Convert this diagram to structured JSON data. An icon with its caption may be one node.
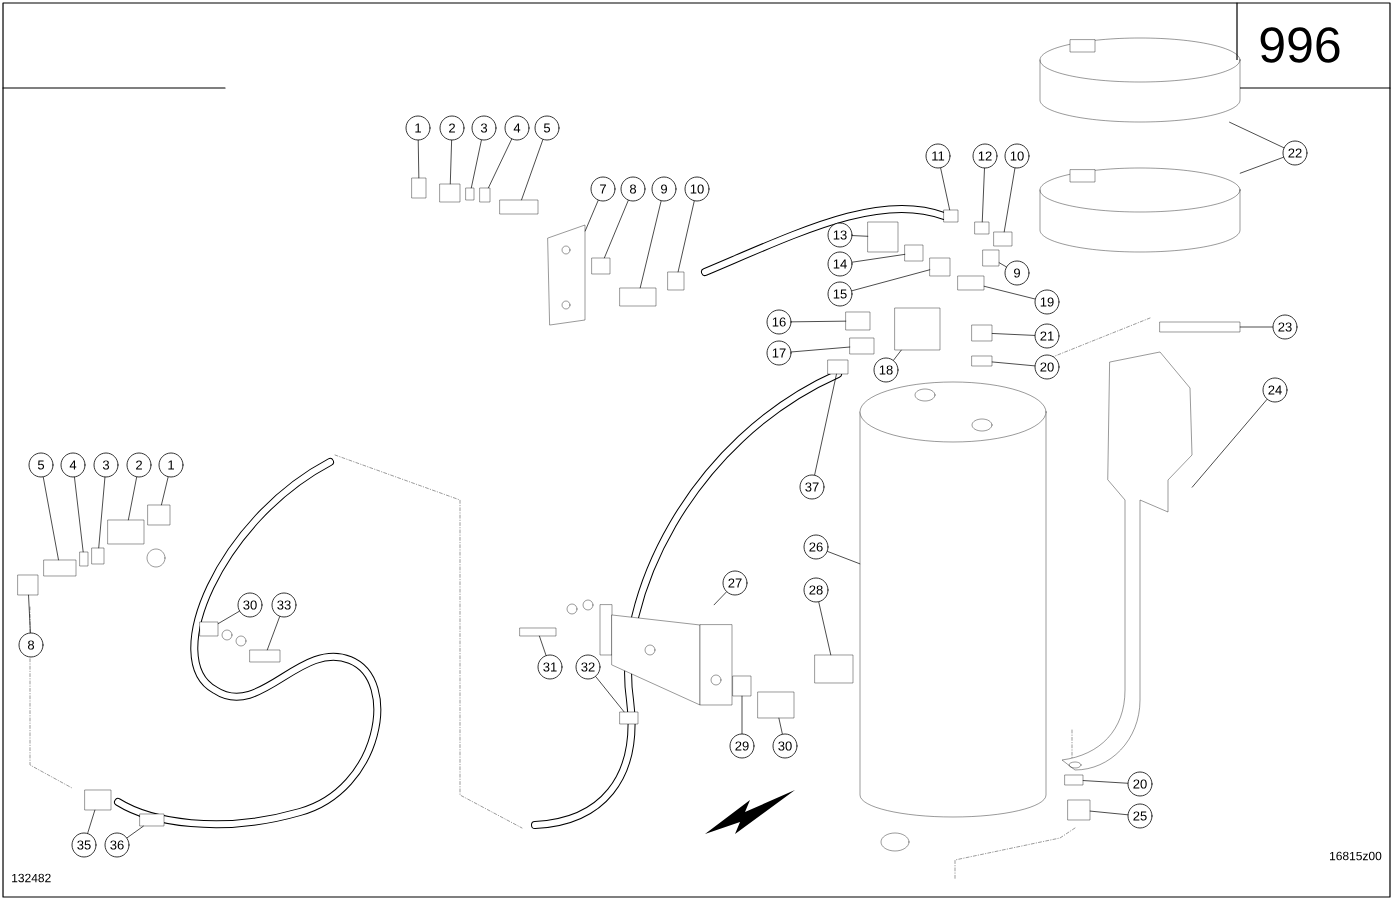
{
  "diagram": {
    "nodes": [
      {
        "text": [
          "1"
        ]
      },
      {
        "text": [
          "2"
        ]
      },
      {
        "text": [
          "3"
        ]
      },
      {
        "text": [
          "4"
        ]
      },
      {
        "text": [
          "5"
        ]
      },
      {
        "text": [
          "7"
        ]
      },
      {
        "text": [
          "8"
        ]
      },
      {
        "text": [
          "9"
        ]
      },
      {
        "text": [
          "10"
        ]
      },
      {
        "text": [
          "11"
        ]
      },
      {
        "text": [
          "12"
        ]
      },
      {
        "text": [
          "10"
        ]
      },
      {
        "text": [
          "22"
        ]
      },
      {
        "text": [
          "13"
        ]
      },
      {
        "text": [
          "14"
        ]
      },
      {
        "text": [
          "15"
        ]
      },
      {
        "text": [
          "9"
        ]
      },
      {
        "text": [
          "19"
        ]
      },
      {
        "text": [
          "16"
        ]
      },
      {
        "text": [
          "17"
        ]
      },
      {
        "text": [
          "18"
        ]
      },
      {
        "text": [
          "21"
        ]
      },
      {
        "text": [
          "20"
        ]
      },
      {
        "text": [
          "23"
        ]
      },
      {
        "text": [
          "24"
        ]
      },
      {
        "text": [
          "37"
        ]
      },
      {
        "text": [
          "26"
        ]
      },
      {
        "text": [
          "27"
        ]
      },
      {
        "text": [
          "28"
        ]
      },
      {
        "text": [
          "31"
        ]
      },
      {
        "text": [
          "32"
        ]
      },
      {
        "text": [
          "29"
        ]
      },
      {
        "text": [
          "30"
        ]
      },
      {
        "text": [
          "20"
        ]
      },
      {
        "text": [
          "25"
        ]
      },
      {
        "text": [
          "5"
        ]
      },
      {
        "text": [
          "4"
        ]
      },
      {
        "text": [
          "3"
        ]
      },
      {
        "text": [
          "2"
        ]
      },
      {
        "text": [
          "1"
        ]
      },
      {
        "text": [
          "8"
        ]
      },
      {
        "text": [
          "30"
        ]
      },
      {
        "text": [
          "33"
        ]
      },
      {
        "text": [
          "35"
        ]
      },
      {
        "text": [
          "36"
        ]
      },
      {
        "text": [],
        "shape": "box"
      },
      {
        "text": [],
        "shape": "box"
      },
      {
        "text": [],
        "shape": "box"
      },
      {
        "text": [],
        "shape": "box"
      },
      {
        "text": [],
        "shape": "box"
      },
      {
        "text": [],
        "shape": "picture"
      },
      {
        "text": [],
        "shape": "box"
      },
      {
        "text": [],
        "shape": "box"
      },
      {
        "text": [],
        "shape": "box"
      },
      {
        "text": [],
        "shape": "box"
      },
      {
        "text": [],
        "shape": "box"
      },
      {
        "text": [],
        "shape": "box"
      },
      {
        "text": [],
        "shape": "cylinder"
      },
      {
        "text": [],
        "shape": "cylinder"
      },
      {
        "text": [],
        "shape": "box"
      },
      {
        "text": [],
        "shape": "box"
      },
      {
        "text": [],
        "shape": "box"
      },
      {
        "text": [],
        "shape": "box"
      },
      {
        "text": [],
        "shape": "box"
      },
      {
        "text": [],
        "shape": "box"
      },
      {
        "text": [],
        "shape": "box"
      },
      {
        "text": [],
        "shape": "box"
      },
      {
        "text": [],
        "shape": "box"
      },
      {
        "text": [],
        "shape": "box"
      },
      {
        "text": [],
        "shape": "box"
      },
      {
        "text": [],
        "shape": "picture"
      },
      {
        "text": [],
        "shape": "box"
      },
      {
        "text": [],
        "shape": "picture"
      },
      {
        "text": [],
        "shape": "picture"
      },
      {
        "text": [],
        "shape": "box"
      },
      {
        "text": [],
        "shape": "box"
      },
      {
        "text": [],
        "shape": "box"
      },
      {
        "text": [],
        "shape": "box"
      },
      {
        "text": [],
        "shape": "box"
      },
      {
        "text": [],
        "shape": "box"
      },
      {
        "text": [],
        "shape": "box"
      },
      {
        "text": [],
        "shape": "box"
      },
      {
        "text": [],
        "shape": "box"
      },
      {
        "text": [],
        "shape": "box"
      },
      {
        "text": [],
        "shape": "box"
      },
      {
        "text": [],
        "shape": "box"
      },
      {
        "text": [],
        "shape": "box"
      },
      {
        "text": [],
        "shape": "box"
      },
      {
        "text": [],
        "shape": "box"
      },
      {
        "text": [],
        "shape": "box"
      },
      {
        "text": [],
        "shape": "box"
      }
    ],
    "edges": [
      {
        "from": 0,
        "to": 45,
        "arrow": "none"
      },
      {
        "from": 1,
        "to": 46,
        "arrow": "none"
      },
      {
        "from": 2,
        "to": 47,
        "arrow": "none"
      },
      {
        "from": 3,
        "to": 48,
        "arrow": "none"
      },
      {
        "from": 4,
        "to": 49,
        "arrow": "none"
      },
      {
        "from": 5,
        "to": 50,
        "arrow": "none"
      },
      {
        "from": 6,
        "to": 51,
        "arrow": "none"
      },
      {
        "from": 7,
        "to": 52,
        "arrow": "none"
      },
      {
        "from": 8,
        "to": 53,
        "arrow": "none"
      },
      {
        "from": 9,
        "to": 54,
        "arrow": "none"
      },
      {
        "from": 10,
        "to": 55,
        "arrow": "none"
      },
      {
        "from": 11,
        "to": 56,
        "arrow": "none"
      },
      {
        "from": 12,
        "to": 57,
        "arrow": "none"
      },
      {
        "from": 12,
        "to": 58,
        "arrow": "none"
      },
      {
        "from": 13,
        "to": 59,
        "arrow": "none"
      },
      {
        "from": 14,
        "to": 60,
        "arrow": "none"
      },
      {
        "from": 15,
        "to": 61,
        "arrow": "none"
      },
      {
        "from": 16,
        "to": 62,
        "arrow": "none"
      },
      {
        "from": 17,
        "to": 63,
        "arrow": "none"
      },
      {
        "from": 18,
        "to": 64,
        "arrow": "none"
      },
      {
        "from": 19,
        "to": 65,
        "arrow": "none"
      },
      {
        "from": 20,
        "to": 66,
        "arrow": "none"
      },
      {
        "from": 21,
        "to": 67,
        "arrow": "none"
      },
      {
        "from": 22,
        "to": 68,
        "arrow": "none"
      },
      {
        "from": 23,
        "to": 69,
        "arrow": "none"
      },
      {
        "from": 24,
        "to": 70,
        "arrow": "none"
      },
      {
        "from": 25,
        "to": 71,
        "arrow": "none"
      },
      {
        "from": 26,
        "to": 72,
        "arrow": "none"
      },
      {
        "from": 27,
        "to": 73,
        "arrow": "none"
      },
      {
        "from": 28,
        "to": 74,
        "arrow": "none"
      },
      {
        "from": 29,
        "to": 75,
        "arrow": "none"
      },
      {
        "from": 30,
        "to": 76,
        "arrow": "none"
      },
      {
        "from": 31,
        "to": 77,
        "arrow": "none"
      },
      {
        "from": 32,
        "to": 78,
        "arrow": "none"
      },
      {
        "from": 33,
        "to": 79,
        "arrow": "none"
      },
      {
        "from": 34,
        "to": 80,
        "arrow": "none"
      },
      {
        "from": 35,
        "to": 81,
        "arrow": "none"
      },
      {
        "from": 36,
        "to": 82,
        "arrow": "none"
      },
      {
        "from": 37,
        "to": 83,
        "arrow": "none"
      },
      {
        "from": 38,
        "to": 84,
        "arrow": "none"
      },
      {
        "from": 39,
        "to": 85,
        "arrow": "none"
      },
      {
        "from": 40,
        "to": 86,
        "arrow": "none"
      },
      {
        "from": 41,
        "to": 87,
        "arrow": "none"
      },
      {
        "from": 42,
        "to": 88,
        "arrow": "none"
      },
      {
        "from": 43,
        "to": 89,
        "arrow": "none"
      },
      {
        "from": 44,
        "to": 90,
        "arrow": "none"
      }
    ],
    "labels": [
      "996",
      "16815z00",
      "132482"
    ]
  }
}
